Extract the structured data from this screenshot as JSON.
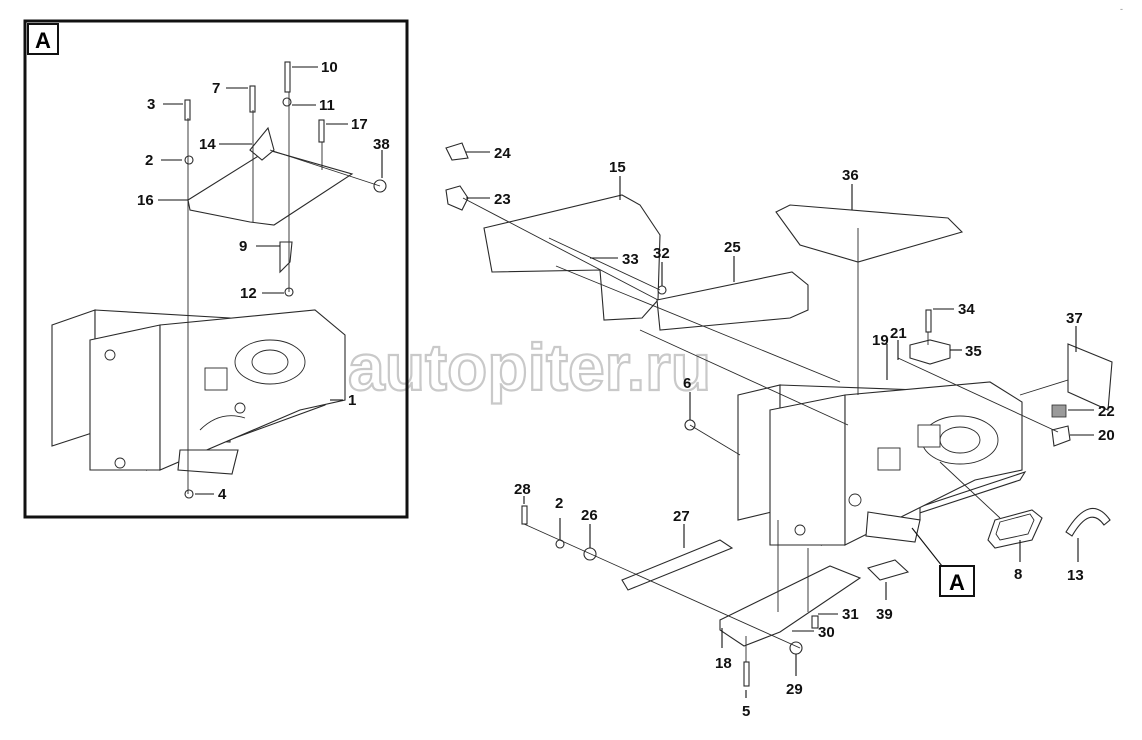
{
  "watermark": "autopiter.ru",
  "detail_view": {
    "tag": "A",
    "callouts": [
      "1",
      "2",
      "3",
      "4",
      "7",
      "9",
      "10",
      "11",
      "12",
      "14",
      "16",
      "17",
      "38"
    ]
  },
  "main_view": {
    "detail_reference": "A",
    "callouts": [
      "2",
      "5",
      "6",
      "8",
      "13",
      "15",
      "18",
      "19",
      "20",
      "21",
      "22",
      "23",
      "24",
      "25",
      "26",
      "27",
      "28",
      "29",
      "30",
      "31",
      "32",
      "33",
      "34",
      "35",
      "36",
      "37",
      "39"
    ]
  },
  "corner_mark": "-"
}
